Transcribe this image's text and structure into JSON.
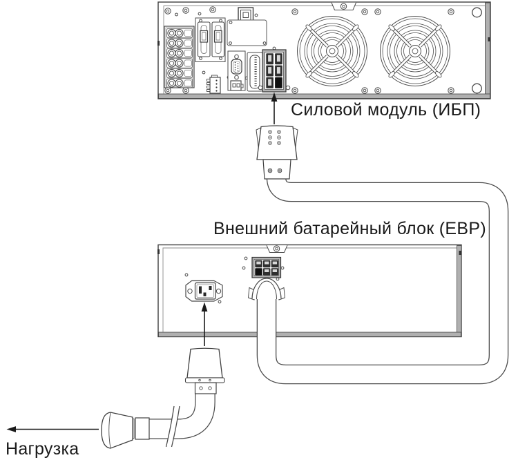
{
  "labels": {
    "power_module": "Силовой модуль (ИБП)",
    "battery_pack": "Внешний батарейный блок (EBP)",
    "load": "Нагрузка"
  },
  "colors": {
    "line": "#3f3f3f",
    "panel_edge": "#b0b0b0",
    "connector_frame": "#b5b5b5",
    "connector_dark": "#2e2e2e",
    "solid_cell": "#111111",
    "text": "#1a1a1a"
  }
}
